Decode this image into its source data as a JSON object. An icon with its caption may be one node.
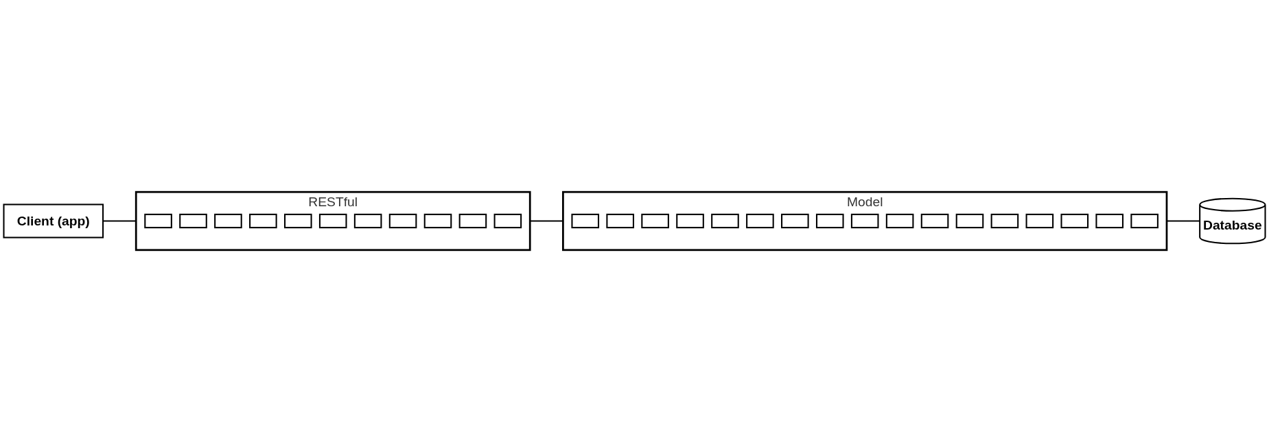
{
  "diagram": {
    "nodes": [
      {
        "text": [
          "Client (app)"
        ]
      },
      {
        "text": [
          "RESTful"
        ]
      },
      {
        "text": [],
        "shape": "box",
        "in": 1
      },
      {
        "text": [],
        "shape": "box",
        "in": 1
      },
      {
        "text": [],
        "shape": "box",
        "in": 1
      },
      {
        "text": [],
        "shape": "box",
        "in": 1
      },
      {
        "text": [],
        "shape": "box",
        "in": 1
      },
      {
        "text": [],
        "shape": "box",
        "in": 1
      },
      {
        "text": [],
        "shape": "box",
        "in": 1
      },
      {
        "text": [],
        "shape": "box",
        "in": 1
      },
      {
        "text": [],
        "shape": "box",
        "in": 1
      },
      {
        "text": [],
        "shape": "box",
        "in": 1
      },
      {
        "text": [],
        "shape": "box",
        "in": 1
      },
      {
        "text": [
          "Model"
        ]
      },
      {
        "text": [],
        "shape": "box",
        "in": 13
      },
      {
        "text": [],
        "shape": "box",
        "in": 13
      },
      {
        "text": [],
        "shape": "box",
        "in": 13
      },
      {
        "text": [],
        "shape": "box",
        "in": 13
      },
      {
        "text": [],
        "shape": "box",
        "in": 13
      },
      {
        "text": [],
        "shape": "box",
        "in": 13
      },
      {
        "text": [],
        "shape": "box",
        "in": 13
      },
      {
        "text": [],
        "shape": "box",
        "in": 13
      },
      {
        "text": [],
        "shape": "box",
        "in": 13
      },
      {
        "text": [],
        "shape": "box",
        "in": 13
      },
      {
        "text": [],
        "shape": "box",
        "in": 13
      },
      {
        "text": [],
        "shape": "box",
        "in": 13
      },
      {
        "text": [],
        "shape": "box",
        "in": 13
      },
      {
        "text": [],
        "shape": "box",
        "in": 13
      },
      {
        "text": [],
        "shape": "box",
        "in": 13
      },
      {
        "text": [],
        "shape": "box",
        "in": 13
      },
      {
        "text": [],
        "shape": "box",
        "in": 13
      },
      {
        "text": [
          "Database"
        ]
      }
    ],
    "edges": [
      {
        "from": 0,
        "to": 1,
        "arrow": "none"
      },
      {
        "from": 1,
        "to": 13,
        "arrow": "none"
      },
      {
        "from": 13,
        "to": 31,
        "arrow": "none"
      }
    ]
  }
}
